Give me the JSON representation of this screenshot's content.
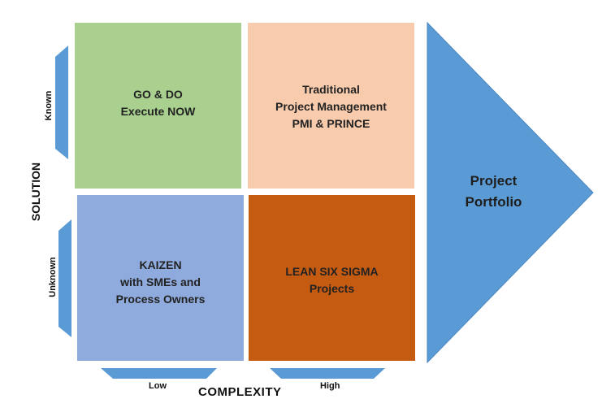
{
  "quadrants": {
    "top_left": {
      "lines": [
        "GO & DO",
        "Execute NOW"
      ],
      "color": "#a9d08e"
    },
    "top_right": {
      "lines": [
        "Traditional",
        "Project Management",
        "PMI & PRINCE"
      ],
      "color": "#f8cbad"
    },
    "bottom_left": {
      "lines": [
        "KAIZEN",
        "with SMEs and",
        "Process Owners"
      ],
      "color": "#8faadc"
    },
    "bottom_right": {
      "lines": [
        "LEAN SIX SIGMA",
        "Projects"
      ],
      "color": "#c55a11"
    }
  },
  "portfolio": {
    "lines": [
      "Project",
      "Portfolio"
    ],
    "color": "#5b9bd5"
  },
  "axes": {
    "vertical_title": "SOLUTION",
    "vertical_ticks": [
      "Known",
      "Unknown"
    ],
    "horizontal_title": "COMPLEXITY",
    "horizontal_ticks": [
      "Low",
      "High"
    ],
    "bracket_color": "#5b9bd5"
  }
}
